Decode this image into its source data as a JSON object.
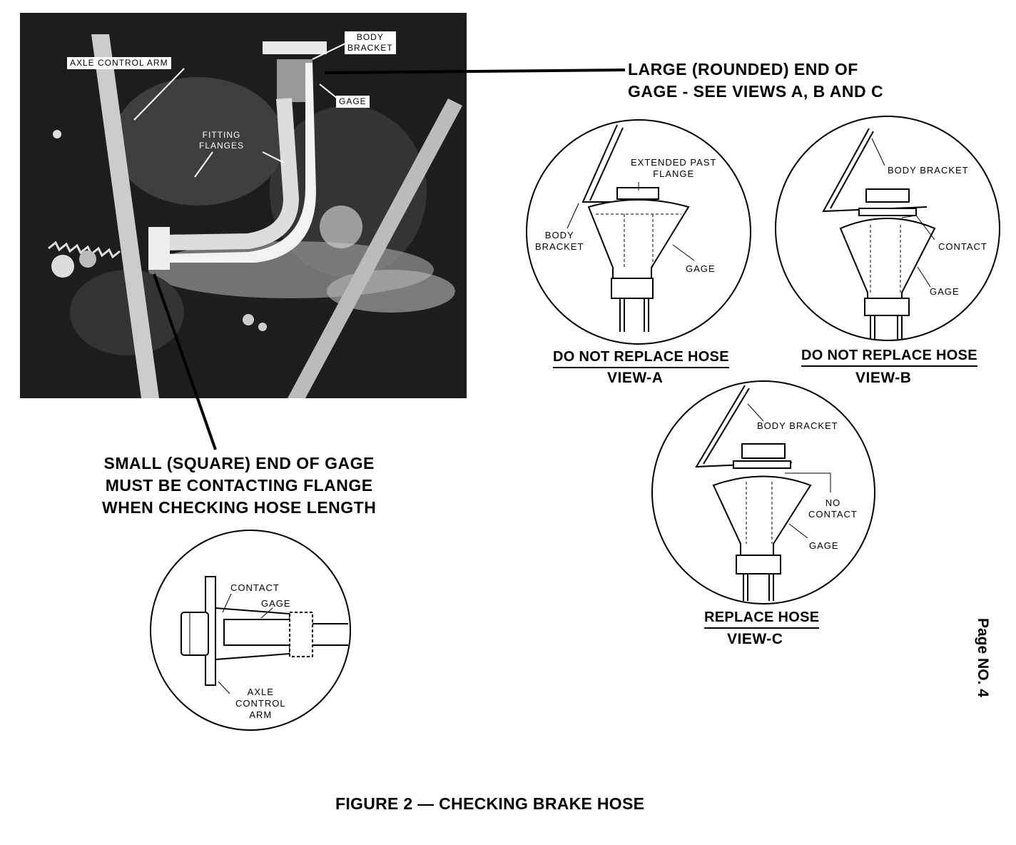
{
  "photo": {
    "labels": {
      "axle_control_arm": "AXLE CONTROL ARM",
      "body_bracket": "BODY\nBRACKET",
      "gage": "GAGE",
      "fitting_flanges": "FITTING\nFLANGES"
    }
  },
  "callouts": {
    "large_end": "LARGE (ROUNDED) END OF\nGAGE - SEE VIEWS A, B AND C",
    "small_end": "SMALL (SQUARE) END OF GAGE\nMUST BE CONTACTING FLANGE\nWHEN CHECKING HOSE LENGTH"
  },
  "views": {
    "a": {
      "status": "DO NOT REPLACE HOSE",
      "name": "VIEW-A",
      "labels": {
        "extended": "EXTENDED PAST\nFLANGE",
        "body_bracket": "BODY\nBRACKET",
        "gage": "GAGE"
      }
    },
    "b": {
      "status": "DO NOT REPLACE HOSE",
      "name": "VIEW-B",
      "labels": {
        "body_bracket": "BODY BRACKET",
        "contact": "CONTACT",
        "gage": "GAGE"
      }
    },
    "c": {
      "status": "REPLACE HOSE",
      "name": "VIEW-C",
      "labels": {
        "body_bracket": "BODY BRACKET",
        "no_contact": "NO\nCONTACT",
        "gage": "GAGE"
      }
    }
  },
  "detail": {
    "labels": {
      "contact": "CONTACT",
      "gage": "GAGE",
      "axle_control_arm": "AXLE\nCONTROL\nARM"
    }
  },
  "caption": "FIGURE 2 — CHECKING BRAKE HOSE",
  "margin_note": "Page  NO.    4"
}
